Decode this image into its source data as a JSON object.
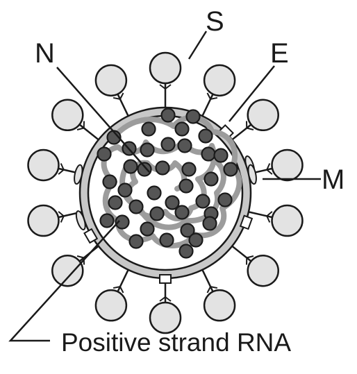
{
  "labels": {
    "spike": "S",
    "nucleocapsid": "N",
    "envelope": "E",
    "membrane": "M",
    "rna": "Positive strand RNA"
  },
  "colors": {
    "outline": "#1a1a1a",
    "spike_fill": "#e3e3e3",
    "envelope_fill": "#c8c8c8",
    "rna_strand": "#9c9c9c",
    "nucleocapsid_fill": "#555555",
    "interior": "#ffffff"
  },
  "structure": {
    "spike_count": 14,
    "membrane_protein_count": 4,
    "envelope_protein_count": 4
  }
}
